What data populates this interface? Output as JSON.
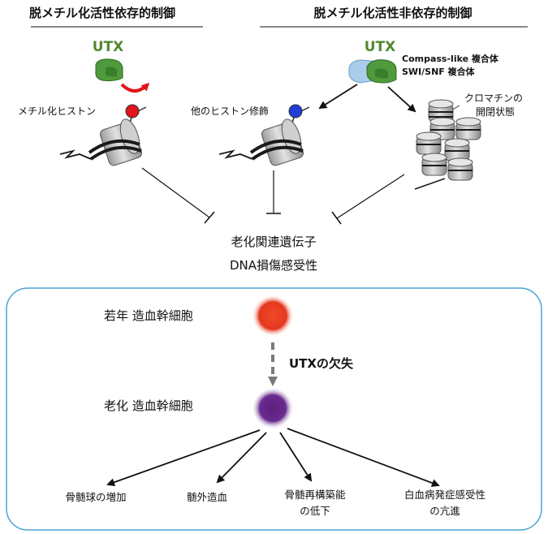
{
  "left_panel": {
    "header": "脱メチル化活性依存的制御",
    "utx": "UTX",
    "histone_label": "メチル化ヒストン"
  },
  "right_panel": {
    "header": "脱メチル化活性非依存的制御",
    "utx": "UTX",
    "complex_1": "Compass-like 複合体",
    "complex_2": "SWI/SNF 複合体",
    "histone_label": "他のヒストン修飾",
    "chromatin_line1": "クロマチンの",
    "chromatin_line2": "開閉状態"
  },
  "center": {
    "line1": "老化関連遺伝子",
    "line2": "DNA損傷感受性"
  },
  "box": {
    "young_label": "若年 造血幹細胞",
    "loss_label": "UTXの欠失",
    "aged_label": "老化 造血幹細胞",
    "outcomes": [
      {
        "line1": "骨髄球の増加",
        "line2": ""
      },
      {
        "line1": "髄外造血",
        "line2": ""
      },
      {
        "line1": "骨髄再構築能",
        "line2": "の低下"
      },
      {
        "line1": "白血病発症感受性",
        "line2": "の亢進"
      }
    ]
  },
  "colors": {
    "utx_green": "#4f8a2e",
    "methyl_red": "#e0141a",
    "other_blue": "#1f3fd8",
    "box_border": "#4aa3d6",
    "young_cell": "#e83a22",
    "aged_cell": "#6a2a8c",
    "complex_blue": "#a9cdea"
  }
}
